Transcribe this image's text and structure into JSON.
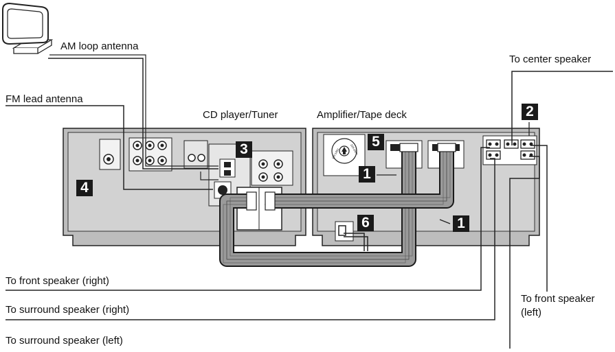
{
  "labels": {
    "am_antenna": "AM loop antenna",
    "fm_antenna": "FM lead antenna",
    "cd_tuner": "CD player/Tuner",
    "amp_deck": "Amplifier/Tape deck",
    "center_speaker": "To center speaker",
    "front_right": "To front speaker (right)",
    "surround_right": "To surround speaker (right)",
    "surround_left": "To surround speaker (left)",
    "front_left_line1": "To front speaker",
    "front_left_line2": "(left)"
  },
  "callouts": {
    "c1a": "1",
    "c1b": "1",
    "c2": "2",
    "c3": "3",
    "c4": "4",
    "c5": "5",
    "c6": "6"
  },
  "voltage_selector": {
    "left_text": "110-120V",
    "right_text": "220-240V"
  }
}
